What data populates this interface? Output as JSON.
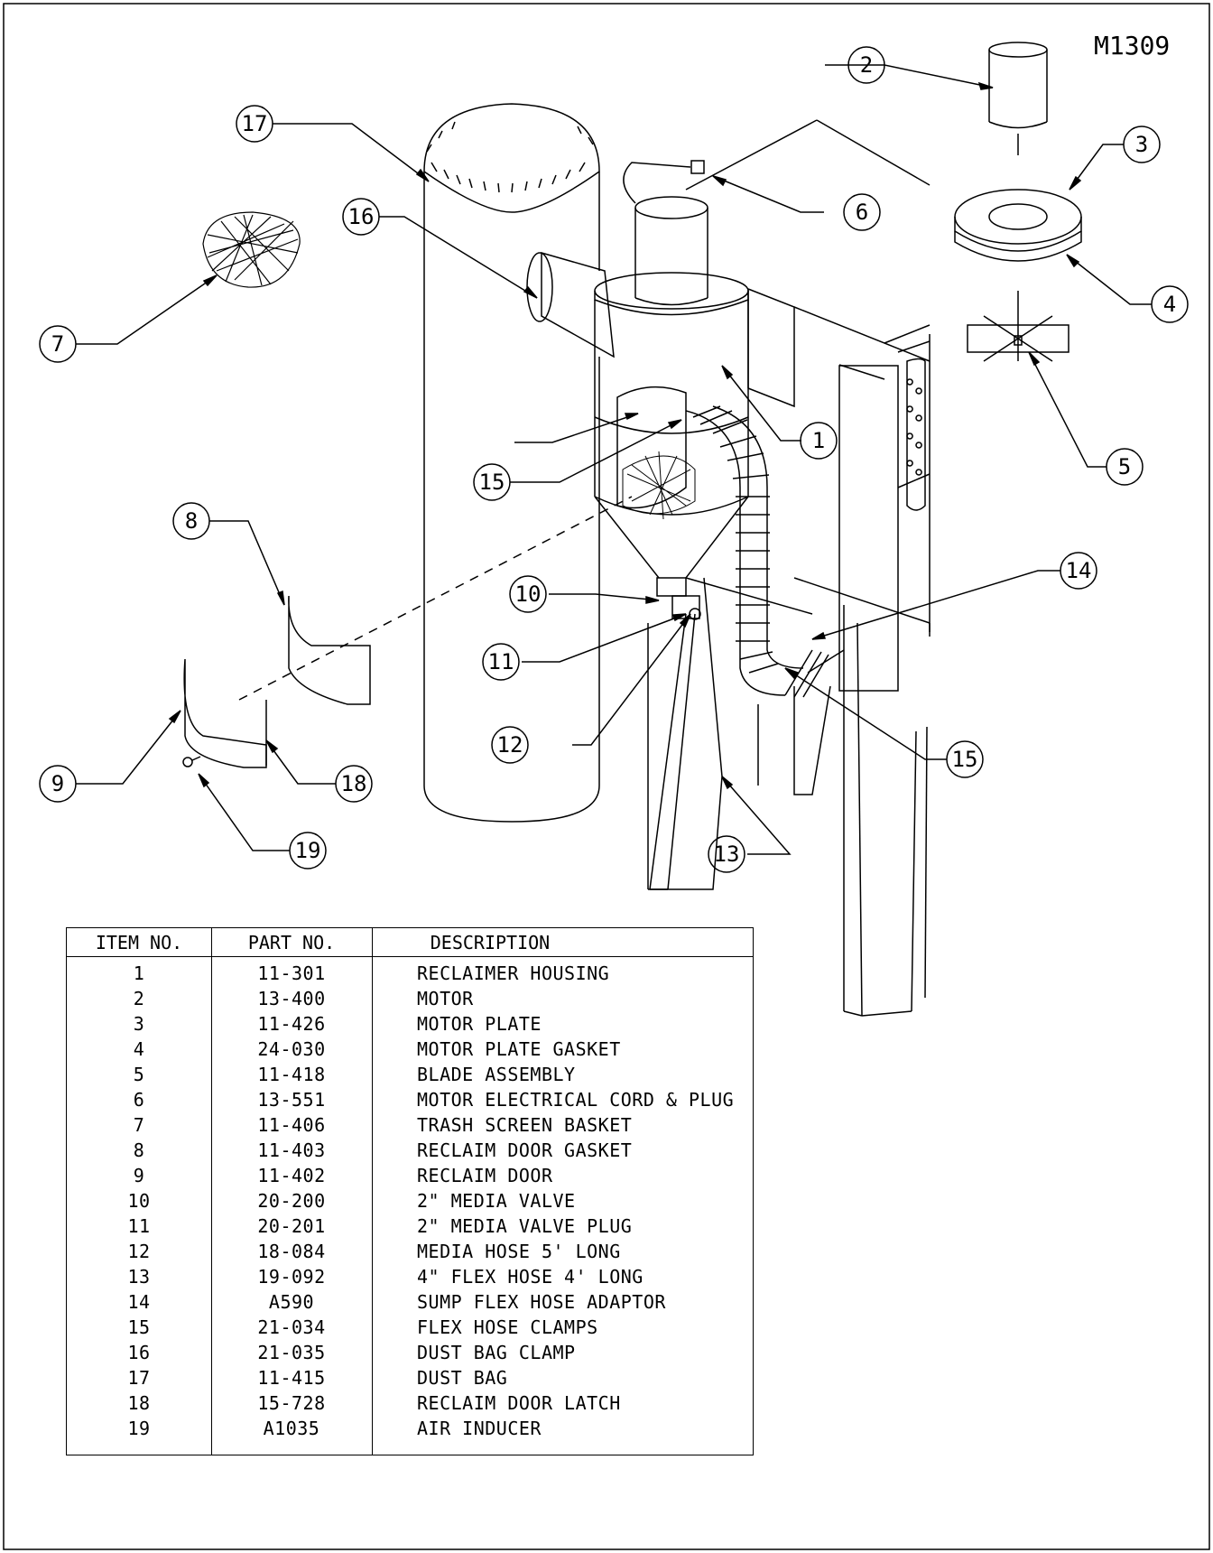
{
  "drawing_number": "M1309",
  "table": {
    "headers": [
      "ITEM NO.",
      "PART NO.",
      "DESCRIPTION"
    ],
    "rows": [
      {
        "item": "1",
        "part": "11-301",
        "desc": "RECLAIMER HOUSING"
      },
      {
        "item": "2",
        "part": "13-400",
        "desc": "MOTOR"
      },
      {
        "item": "3",
        "part": "11-426",
        "desc": "MOTOR PLATE"
      },
      {
        "item": "4",
        "part": "24-030",
        "desc": "MOTOR PLATE GASKET"
      },
      {
        "item": "5",
        "part": "11-418",
        "desc": "BLADE ASSEMBLY"
      },
      {
        "item": "6",
        "part": "13-551",
        "desc": "MOTOR ELECTRICAL CORD & PLUG"
      },
      {
        "item": "7",
        "part": "11-406",
        "desc": "TRASH SCREEN BASKET"
      },
      {
        "item": "8",
        "part": "11-403",
        "desc": "RECLAIM DOOR GASKET"
      },
      {
        "item": "9",
        "part": "11-402",
        "desc": "RECLAIM DOOR"
      },
      {
        "item": "10",
        "part": "20-200",
        "desc": "2\" MEDIA VALVE"
      },
      {
        "item": "11",
        "part": "20-201",
        "desc": "2\" MEDIA VALVE PLUG"
      },
      {
        "item": "12",
        "part": "18-084",
        "desc": "MEDIA HOSE 5' LONG"
      },
      {
        "item": "13",
        "part": "19-092",
        "desc": "4\" FLEX HOSE 4' LONG"
      },
      {
        "item": "14",
        "part": "A590",
        "desc": "SUMP FLEX HOSE ADAPTOR"
      },
      {
        "item": "15",
        "part": "21-034",
        "desc": "FLEX HOSE CLAMPS"
      },
      {
        "item": "16",
        "part": "21-035",
        "desc": "DUST BAG CLAMP"
      },
      {
        "item": "17",
        "part": "11-415",
        "desc": "DUST BAG"
      },
      {
        "item": "18",
        "part": "15-728",
        "desc": "RECLAIM DOOR LATCH"
      },
      {
        "item": "19",
        "part": "A1035",
        "desc": "AIR INDUCER"
      }
    ]
  },
  "callouts": {
    "c1": "1",
    "c2": "2",
    "c3": "3",
    "c4": "4",
    "c5": "5",
    "c6": "6",
    "c7": "7",
    "c8": "8",
    "c9": "9",
    "c10": "10",
    "c11": "11",
    "c12": "12",
    "c13": "13",
    "c14": "14",
    "c15a": "15",
    "c15b": "15",
    "c16": "16",
    "c17": "17",
    "c18": "18",
    "c19": "19"
  }
}
